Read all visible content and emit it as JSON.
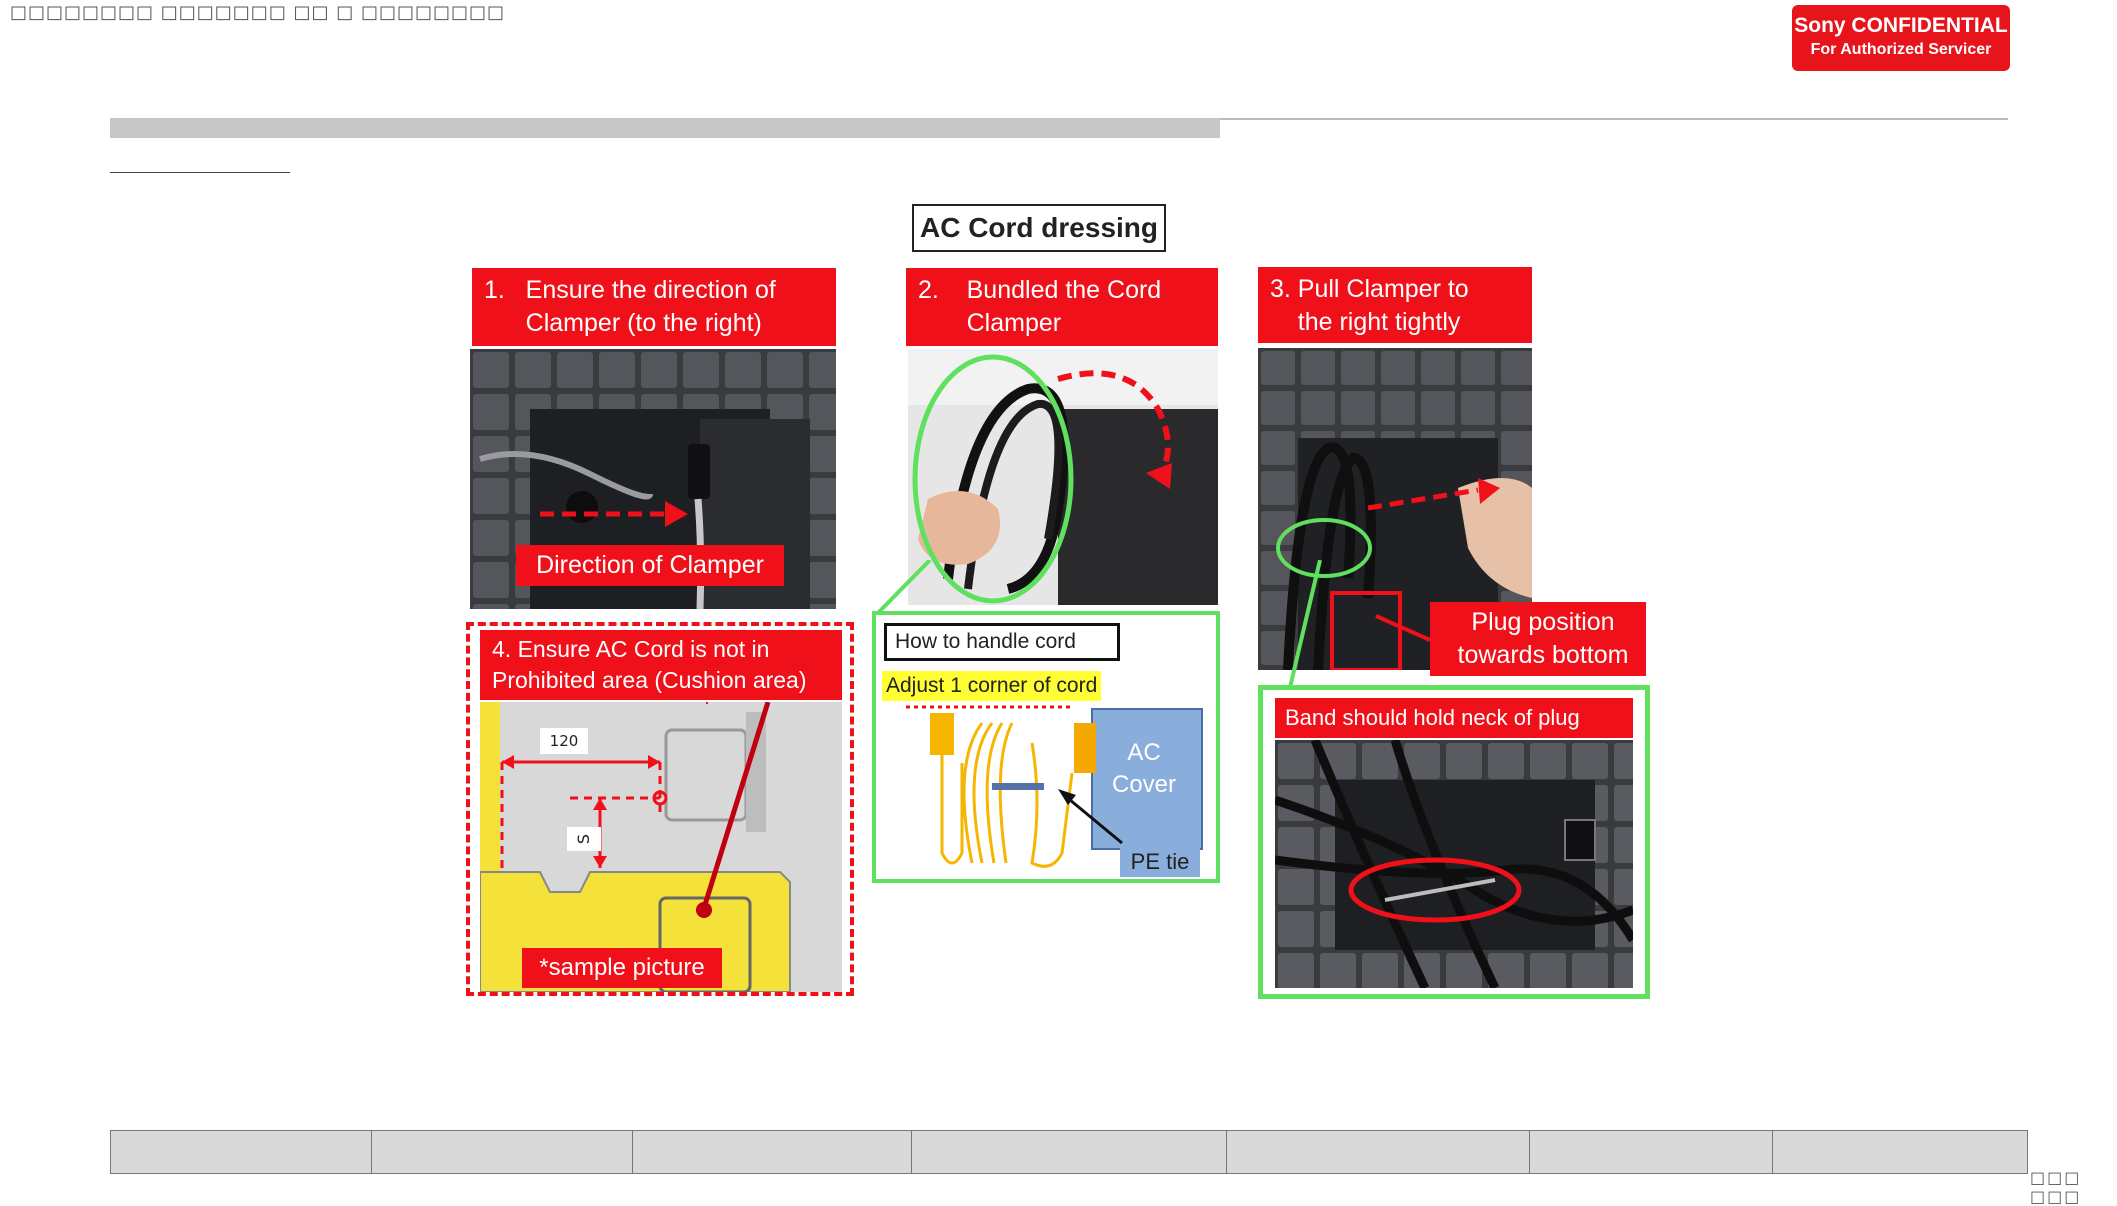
{
  "header": {
    "garbled_title": "□□□□□□□□ □□□□□□□ □□ □ □□□□□□□□",
    "confidential_line1": "Sony CONFIDENTIAL",
    "confidential_line2": "For Authorized Servicer"
  },
  "progress": {
    "fraction": 0.585
  },
  "figure": {
    "title": "AC Cord dressing",
    "step1": {
      "line1": "1.   Ensure the direction of",
      "line2": "      Clamper (to the right)"
    },
    "step1_caption": "Direction of Clamper",
    "step2": {
      "line1": "2.    Bundled the Cord",
      "line2": "       Clamper"
    },
    "step3": {
      "line1": "3. Pull Clamper to",
      "line2": "    the right tightly"
    },
    "step4": {
      "line1": "4. Ensure AC Cord is not in",
      "line2": "Prohibited area (Cushion area)"
    },
    "sample_caption": "*sample picture",
    "dim_120": "120",
    "dim_side": "S",
    "how_to_handle": "How to handle cord",
    "adjust_corner": "Adjust 1 corner of cord",
    "ac_cover": {
      "line1": "AC",
      "line2": "Cover"
    },
    "pe_tie": "PE tie",
    "plug_position": {
      "line1": "Plug position",
      "line2": "towards bottom"
    },
    "band_hold": "Band should hold neck of plug"
  },
  "footer": {
    "cells": [
      "",
      "",
      "",
      "",
      "",
      "",
      ""
    ],
    "page_number": "□□□ □□□"
  },
  "colors": {
    "accent_red": "#f0101a",
    "accent_green": "#5fe05f",
    "highlight_yellow": "#ffff33"
  }
}
